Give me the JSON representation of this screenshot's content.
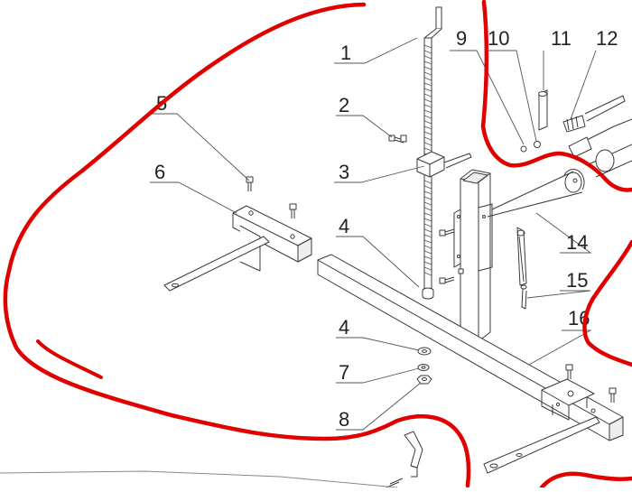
{
  "callouts": [
    "1",
    "2",
    "3",
    "4",
    "5",
    "6",
    "7",
    "8",
    "9",
    "10",
    "11",
    "12",
    "14",
    "15",
    "16"
  ],
  "colors": {
    "line": "#3a3a3a",
    "leader": "#555555",
    "annotation": "#e00000",
    "background": "#ffffff"
  },
  "annotation": {
    "type": "hand-drawn freeform outline",
    "color_name": "red"
  }
}
